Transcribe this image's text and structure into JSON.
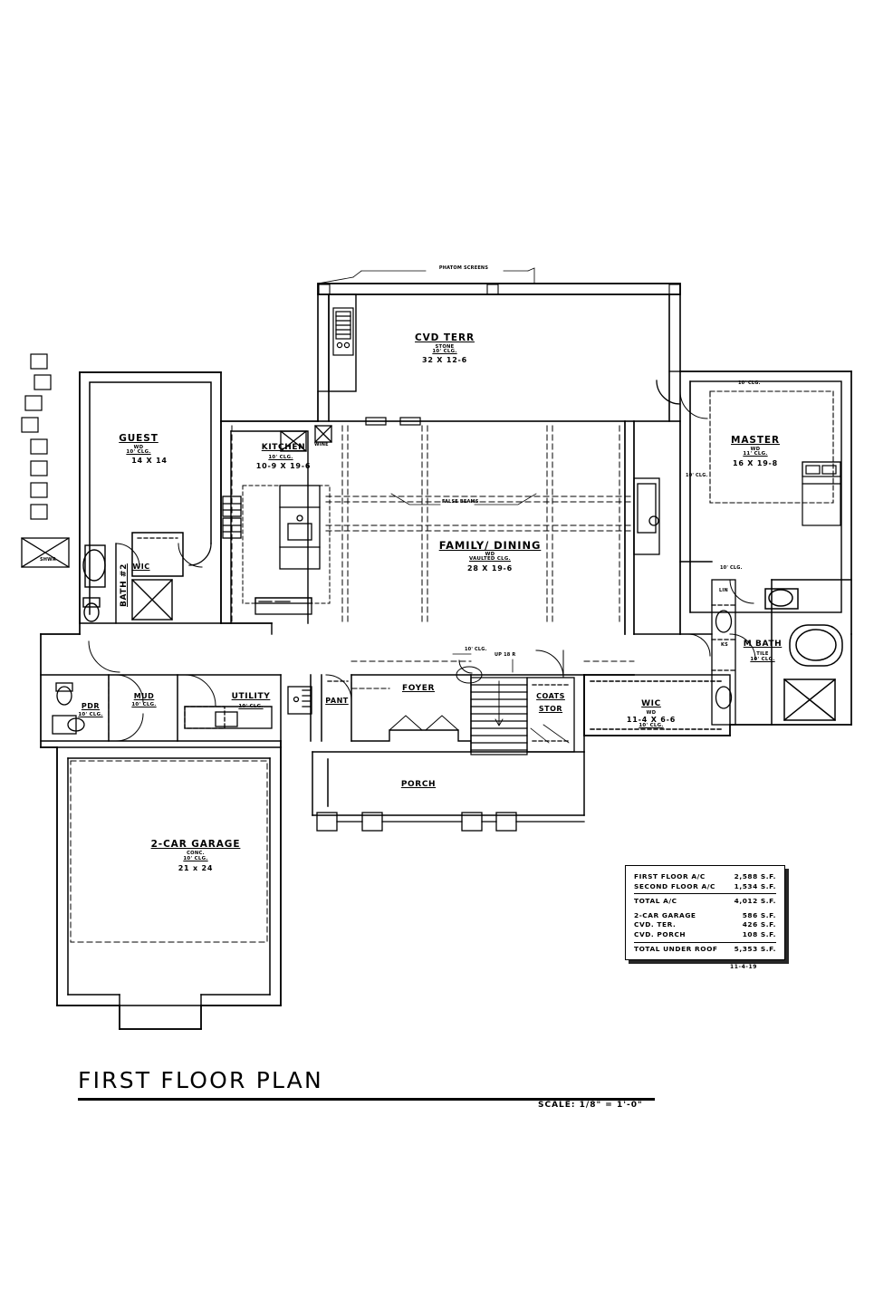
{
  "sheet": {
    "title": "FIRST FLOOR PLAN",
    "scale_note": "SCALE:  1/8\" = 1'-0\"",
    "date_stamp": "11-4-19",
    "background": "#ffffff",
    "ink": "#000000"
  },
  "area_table": {
    "rows": [
      {
        "label": "FIRST FLOOR A/C",
        "value": "2,588 S.F."
      },
      {
        "label": "SECOND FLOOR A/C",
        "value": "1,534 S.F."
      }
    ],
    "total_ac": {
      "label": "TOTAL A/C",
      "value": "4,012 S.F."
    },
    "rows2": [
      {
        "label": "2-CAR GARAGE",
        "value": "586 S.F."
      },
      {
        "label": "CVD. TER.",
        "value": "426 S.F."
      },
      {
        "label": "CVD. PORCH",
        "value": "108 S.F."
      }
    ],
    "total_roof": {
      "label": "TOTAL UNDER ROOF",
      "value": "5,353 S.F."
    }
  },
  "rooms": {
    "cvd_terr": {
      "name": "CVD TERR",
      "finish": "STONE",
      "ceiling": "10' CLG.",
      "dims": "32 X 12-6"
    },
    "guest": {
      "name": "GUEST",
      "finish": "WD",
      "ceiling": "10' CLG.",
      "dims": "14 X 14"
    },
    "kitchen": {
      "name": "KITCHEN",
      "ceiling": "10' CLG.",
      "dims": "10-9 X 19-6"
    },
    "family_dining": {
      "name": "FAMILY/ DINING",
      "finish": "WD",
      "ceiling": "VAULTED CLG.",
      "dims": "28 X 19-6"
    },
    "master": {
      "name": "MASTER",
      "finish": "WD",
      "ceiling": "11' CLG.",
      "dims": "16 X 19-8"
    },
    "m_bath": {
      "name": "M BATH",
      "finish": "TILE",
      "ceiling": "10' CLG."
    },
    "master_wic": {
      "name": "WIC",
      "finish": "WD",
      "dims": "11-4 X 6-6",
      "ceiling": "10' CLG."
    },
    "bath2": {
      "name": "BATH #2"
    },
    "guest_wic": {
      "name": "WIC"
    },
    "pdr": {
      "name": "PDR",
      "ceiling": "10' CLG."
    },
    "mud": {
      "name": "MUD",
      "ceiling": "10' CLG."
    },
    "utility": {
      "name": "UTILITY",
      "ceiling": "10' CLG."
    },
    "pant": {
      "name": "PANT"
    },
    "foyer": {
      "name": "FOYER"
    },
    "coats_stor": {
      "name_line1": "COATS",
      "name_line2": "STOR"
    },
    "porch": {
      "name": "PORCH"
    },
    "garage": {
      "name": "2-CAR GARAGE",
      "finish": "CONC.",
      "ceiling": "10' CLG.",
      "dims": "21 x 24"
    }
  },
  "notes": {
    "phantom_screens": "PHATOM SCREENS",
    "false_beams": "FALSE BEAMS",
    "stair_up": "UP 18 R",
    "wine": "WINE",
    "shwr": "SHWR",
    "lin": "LIN",
    "ks": "KS",
    "clg_terr_right": "10' CLG.",
    "clg_master_top": "10' CLG.",
    "clg_master_left": "10' CLG.",
    "clg_master_bottom": "10' CLG.",
    "clg_foyer": "10' CLG."
  }
}
